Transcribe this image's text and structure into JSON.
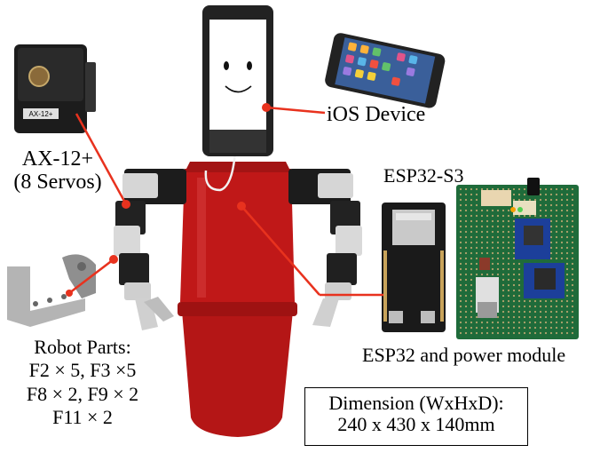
{
  "labels": {
    "ios": "iOS Device",
    "servo_line1": "AX-12+",
    "servo_line2": "(8 Servos)",
    "esp_top": "ESP32-S3",
    "esp_bottom": "ESP32 and power module",
    "parts_line1": "Robot Parts:",
    "parts_line2": "F2 × 5, F3 ×5",
    "parts_line3": "F8 × 2, F9 × 2",
    "parts_line4": "F11 × 2",
    "dimension_line1": "Dimension (WxHxD):",
    "dimension_line2": "240 x 430 x 140mm",
    "servo_sticker": "AX-12+"
  },
  "colors": {
    "callout": "#e8321e",
    "robot_body": "#c01818",
    "pcb_green": "#1f6b3a",
    "esp_black": "#1a1a1a"
  }
}
